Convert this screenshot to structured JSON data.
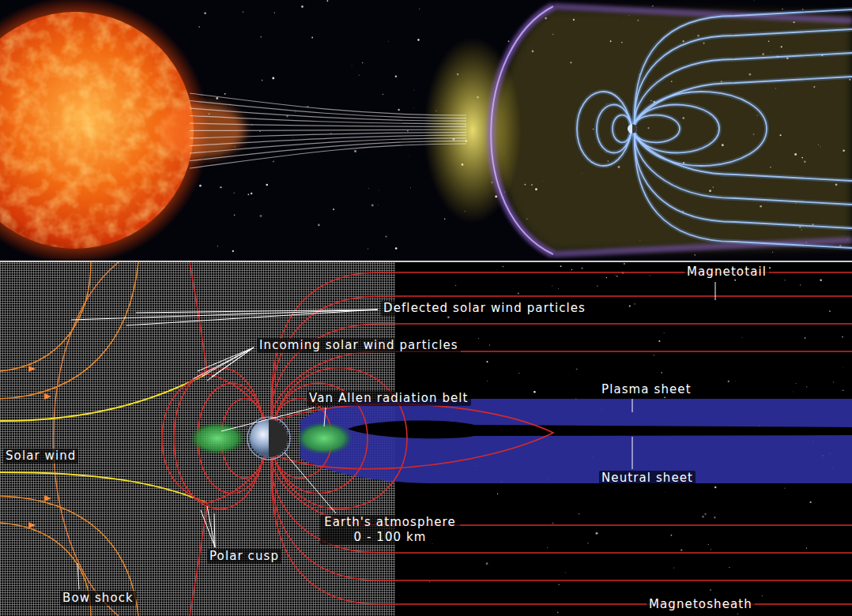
{
  "diagram": {
    "labels": [
      "Magnetotail",
      "Deflected solar wind particles",
      "Incoming solar wind particles",
      "Plasma sheet",
      "Van Allen radiation belt",
      "Solar wind",
      "Neutral sheet",
      "Earth's atmosphere 0 - 100 km",
      "Polar cusp",
      "Bow shock",
      "Magnetosheath"
    ]
  }
}
